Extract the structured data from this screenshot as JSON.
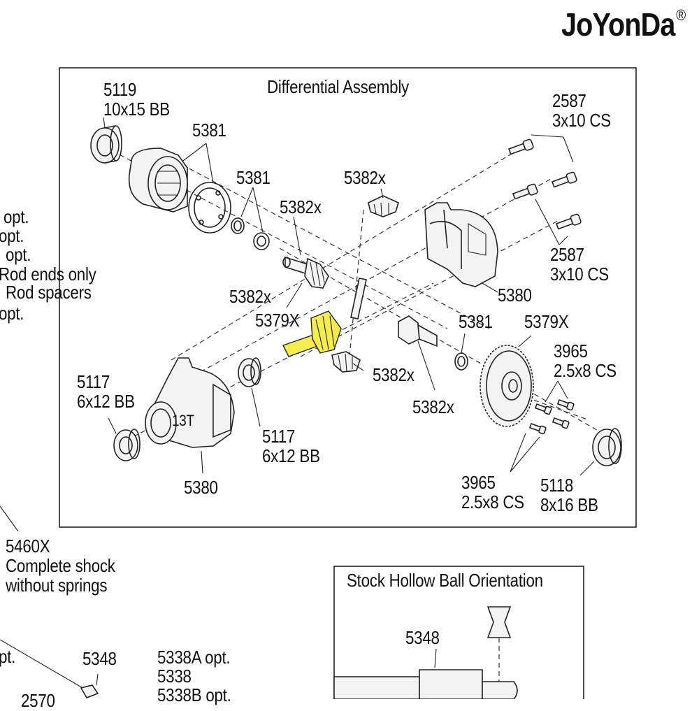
{
  "brand": {
    "name": "JoYonDa",
    "mark": "®"
  },
  "diagram": {
    "title": "Differential Assembly",
    "parts": {
      "p5119": "5119",
      "p5119_spec": "10x15 BB",
      "p5381a": "5381",
      "p5381b": "5381",
      "p5381c": "5381",
      "p5382x_a": "5382x",
      "p5382x_b": "5382x",
      "p5382x_c": "5382x",
      "p5382x_d": "5382x",
      "p5382x_e": "5382x",
      "p2587a": "2587",
      "p2587a_spec": "3x10 CS",
      "p2587b": "2587",
      "p2587b_spec": "3x10 CS",
      "p5380a": "5380",
      "p5380b": "5380",
      "p5379x_a": "5379X",
      "p5379x_b": "5379X",
      "p3965a": "3965",
      "p3965a_spec": "2.5x8 CS",
      "p3965b": "3965",
      "p3965b_spec": "2.5x8 CS",
      "p5117a": "5117",
      "p5117a_spec": "6x12 BB",
      "p5117b": "5117",
      "p5117b_spec": "6x12 BB",
      "p5118": "5118",
      "p5118_spec": "8x16 BB",
      "pinion_teeth": "13T"
    }
  },
  "left_notes": {
    "l1": "opt.",
    "l2": "opt.",
    "l3": "opt.",
    "l4": "Rod ends only",
    "l5": "Rod spacers",
    "l6": "opt."
  },
  "shock": {
    "part": "5460X",
    "line1": "Complete shock",
    "line2": "without springs"
  },
  "bottom": {
    "p5348": "5348",
    "p5338a": "5338A opt.",
    "p5338": "5338",
    "p5338b": "5338B opt.",
    "pt": "pt.",
    "partial": "2570"
  },
  "ball_box": {
    "title": "Stock Hollow Ball Orientation",
    "part": "5348"
  },
  "colors": {
    "highlight": "#f5ec50",
    "line": "#222222"
  }
}
